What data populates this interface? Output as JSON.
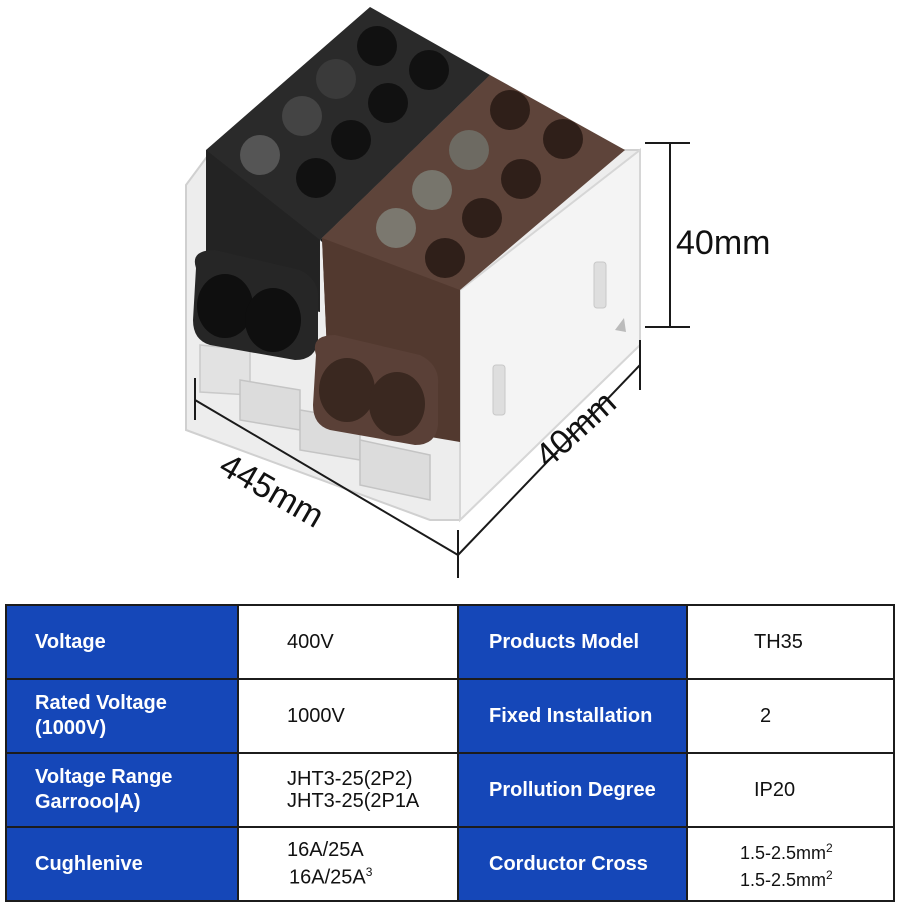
{
  "dimensions": {
    "height": "40mm",
    "depth": "40mm",
    "width": "445mm"
  },
  "colors": {
    "label_bg": "#1547b8",
    "black_housing": "#2a2a2a",
    "brown_housing": "#5e443a",
    "white_base": "#eeeeee"
  },
  "specs": {
    "rows": [
      {
        "label1": "Voltage",
        "label1b": "",
        "value1": "400V",
        "value1b": "",
        "label2": "Products Model",
        "value2": "TH35",
        "value2b": ""
      },
      {
        "label1": "Rated Voltage",
        "label1b": "(1000V)",
        "value1": "1000V",
        "value1b": "",
        "label2": "Fixed Installation",
        "value2": "2",
        "value2b": ""
      },
      {
        "label1": "Voltage Range",
        "label1b": "Garrooo|A)",
        "value1": "JHT3-25(2P2)",
        "value1b": "JHT3-25(2P1A",
        "label2": "Prollution Degree",
        "value2": "IP20",
        "value2b": ""
      },
      {
        "label1": "Cughlenive",
        "label1b": "",
        "value1": "16A/25A",
        "value1b": "16A/25A",
        "label2": "Corductor Cross",
        "value2": "1.5-2.5mm",
        "value2b": "1.5-2.5mm"
      }
    ]
  }
}
